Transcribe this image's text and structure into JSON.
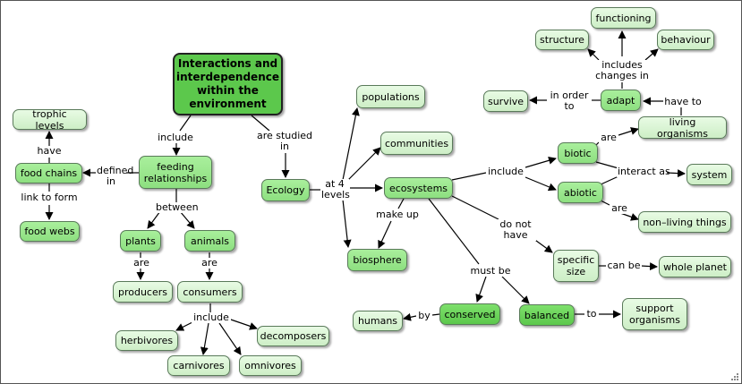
{
  "concept_map": {
    "main": "Interactions and interdependence within the environment",
    "nodes": {
      "trophic_levels": "trophic levels",
      "food_chains": "food chains",
      "food_webs": "food webs",
      "feeding_relationships": "feeding relationships",
      "plants": "plants",
      "animals": "animals",
      "producers": "producers",
      "consumers": "consumers",
      "herbivores": "herbivores",
      "carnivores": "carnivores",
      "omnivores": "omnivores",
      "decomposers": "decomposers",
      "ecology": "Ecology",
      "populations": "populations",
      "communities": "communities",
      "ecosystems": "ecosystems",
      "biosphere": "biosphere",
      "humans": "humans",
      "conserved": "conserved",
      "balanced": "balanced",
      "support_organisms": "support organisms",
      "specific_size": "specific size",
      "whole_planet": "whole planet",
      "biotic": "biotic",
      "abiotic": "abiotic",
      "system": "system",
      "non_living_things": "non–living things",
      "living_organisms": "living organisms",
      "adapt": "adapt",
      "survive": "survive",
      "structure": "structure",
      "functioning": "functioning",
      "behaviour": "behaviour"
    },
    "links": {
      "have": "have",
      "defined_in": "defined in",
      "link_to_form": "link to form",
      "include_main": "include",
      "are_studied_in": "are studied in",
      "between": "between",
      "are_plants": "are",
      "are_animals": "are",
      "include_consumers": "include",
      "at_4_levels": "at 4 levels",
      "make_up": "make up",
      "include_ecosystems": "include",
      "must_be": "must be",
      "do_not_have": "do not have",
      "by": "by",
      "to": "to",
      "can_be": "can be",
      "are_biotic": "are",
      "interact_as": "interact as",
      "are_abiotic": "are",
      "have_to": "have to",
      "in_order_to": "in order to",
      "includes_changes_in": "includes changes in"
    }
  }
}
